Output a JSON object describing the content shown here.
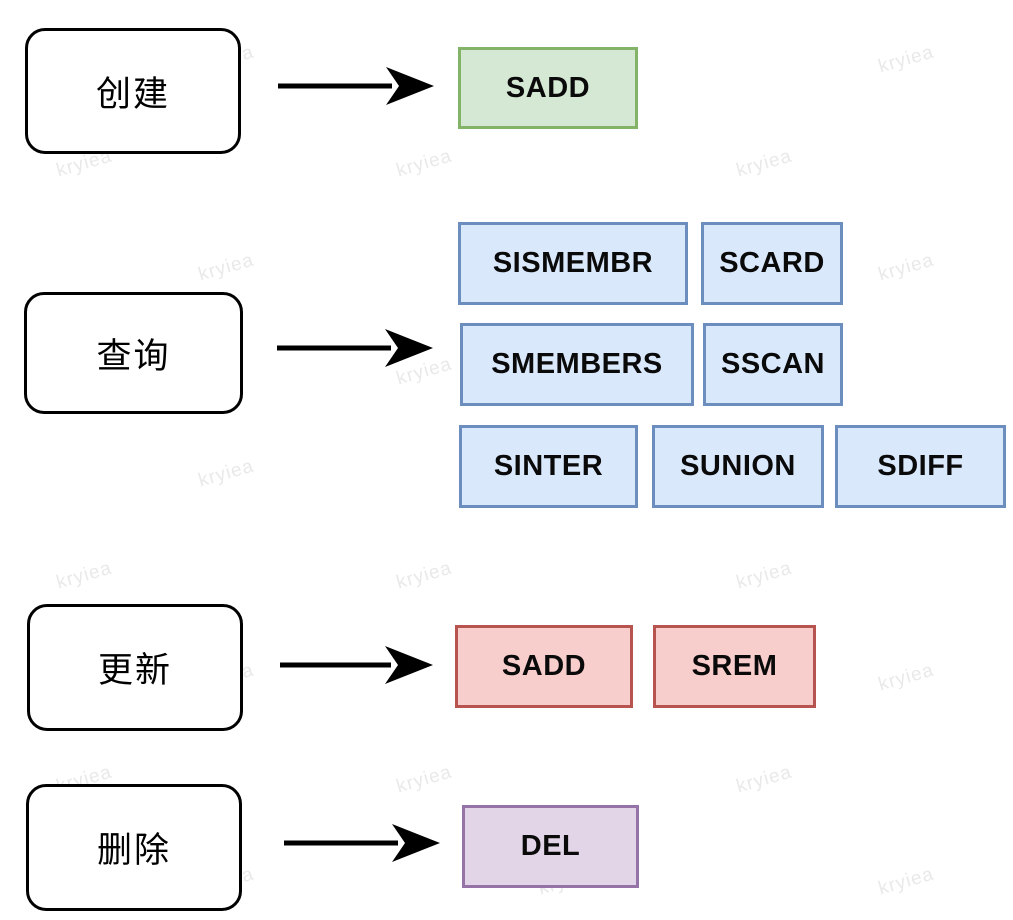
{
  "watermark": {
    "text": "kryiea",
    "color": "#e9e9e9"
  },
  "palette": {
    "green": {
      "fill": "#d5e8d4",
      "stroke": "#82b366"
    },
    "blue": {
      "fill": "#dae8fc",
      "stroke": "#6c8ebf"
    },
    "red": {
      "fill": "#f8cecc",
      "stroke": "#b85450"
    },
    "purple": {
      "fill": "#e1d5e7",
      "stroke": "#9673a6"
    }
  },
  "rows": [
    {
      "id": "create",
      "label": "创建",
      "commands": [
        {
          "label": "SADD",
          "color": "green"
        }
      ]
    },
    {
      "id": "query",
      "label": "查询",
      "commands": [
        {
          "label": "SISMEMBR",
          "color": "blue"
        },
        {
          "label": "SCARD",
          "color": "blue"
        },
        {
          "label": "SMEMBERS",
          "color": "blue"
        },
        {
          "label": "SSCAN",
          "color": "blue"
        },
        {
          "label": "SINTER",
          "color": "blue"
        },
        {
          "label": "SUNION",
          "color": "blue"
        },
        {
          "label": "SDIFF",
          "color": "blue"
        }
      ]
    },
    {
      "id": "update",
      "label": "更新",
      "commands": [
        {
          "label": "SADD",
          "color": "red"
        },
        {
          "label": "SREM",
          "color": "red"
        }
      ]
    },
    {
      "id": "delete",
      "label": "删除",
      "commands": [
        {
          "label": "DEL",
          "color": "purple"
        }
      ]
    }
  ]
}
